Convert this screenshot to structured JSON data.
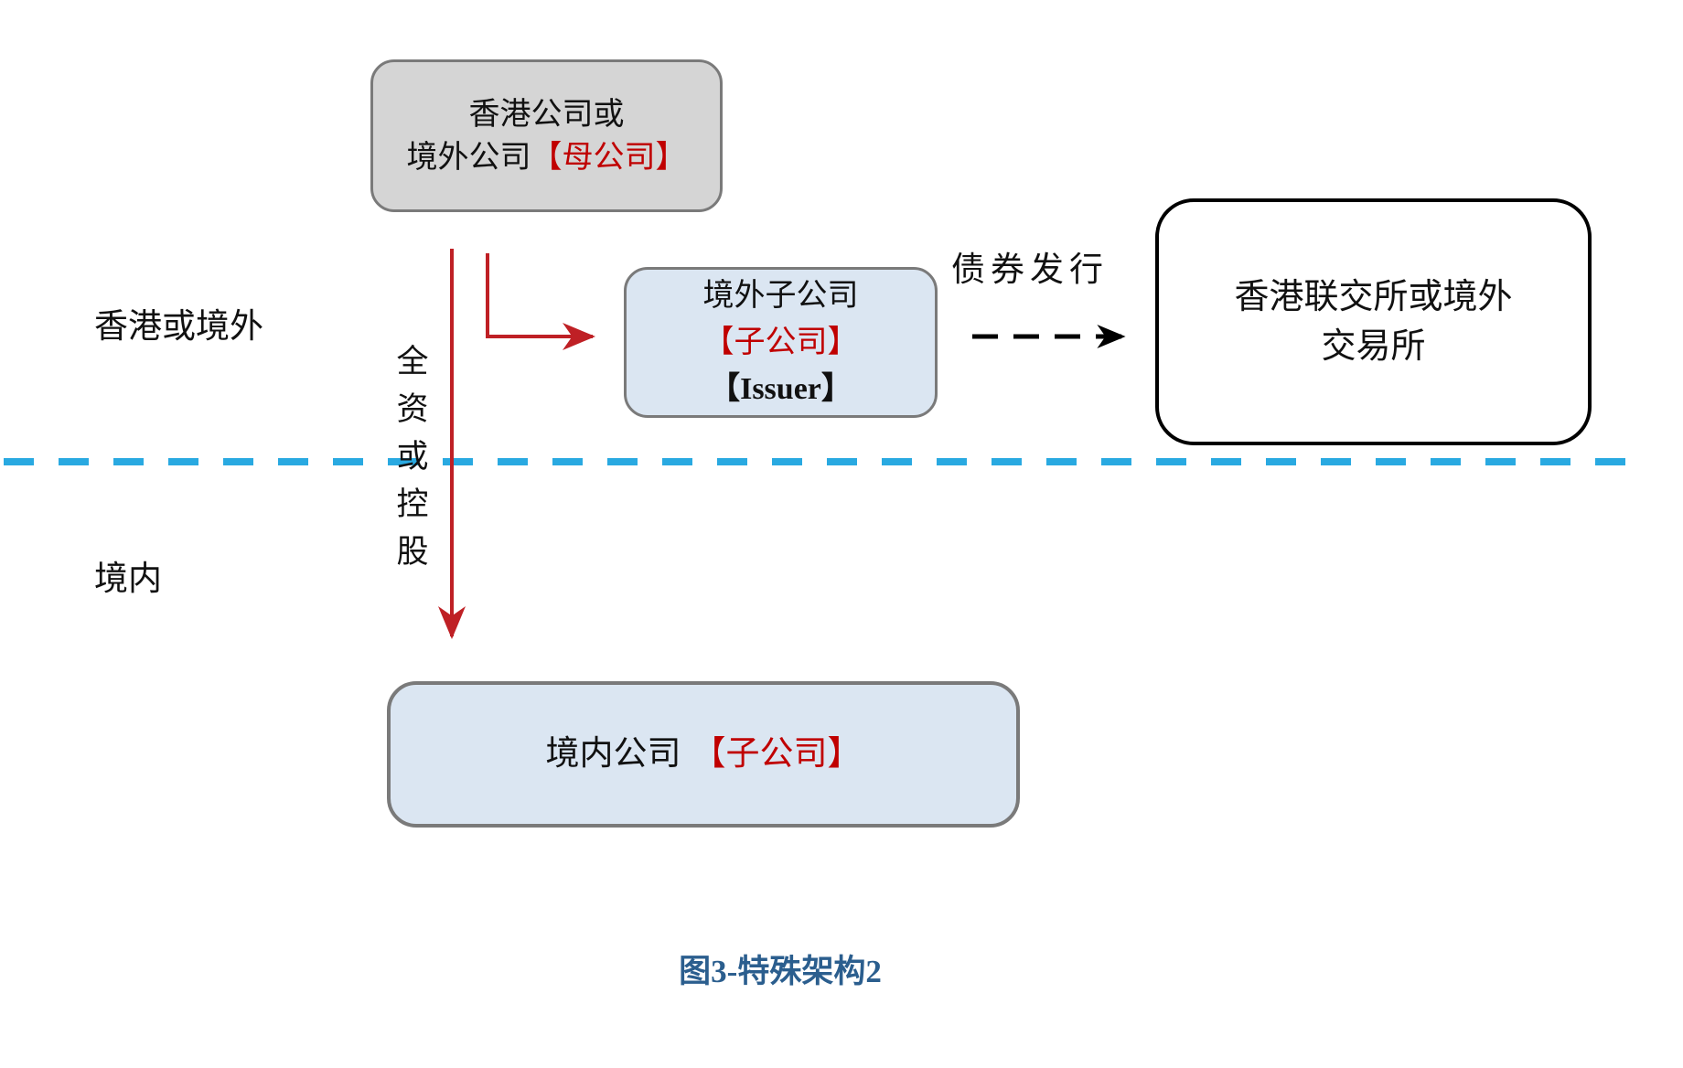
{
  "colors": {
    "red_text": "#c00000",
    "red_arrow": "#bf2025",
    "cyan_divider": "#29a9e1",
    "caption_blue": "#2b5e8e",
    "gray_box_fill": "#d5d5d5",
    "blue_box_fill": "#dbe6f2",
    "gray_box_border": "#7a7a7a",
    "black_box_border": "#000000"
  },
  "regions": {
    "offshore_label": "香港或境外",
    "onshore_label": "境内"
  },
  "nodes": {
    "parent": {
      "line1": "香港公司或",
      "line2_prefix": "境外公司",
      "line2_bracket": "【母公司】"
    },
    "offshore_subsidiary": {
      "line1": "境外子公司",
      "line2_bracket": "【子公司】",
      "line3": "【Issuer】"
    },
    "exchange": {
      "line1": "香港联交所或境外",
      "line2": "交易所"
    },
    "domestic_subsidiary": {
      "prefix": "境内公司",
      "bracket": "【子公司】"
    }
  },
  "edges": {
    "ownership_label": "全资或控股",
    "bond_issuance_label": "债券发行"
  },
  "caption": "图3-特殊架构2"
}
